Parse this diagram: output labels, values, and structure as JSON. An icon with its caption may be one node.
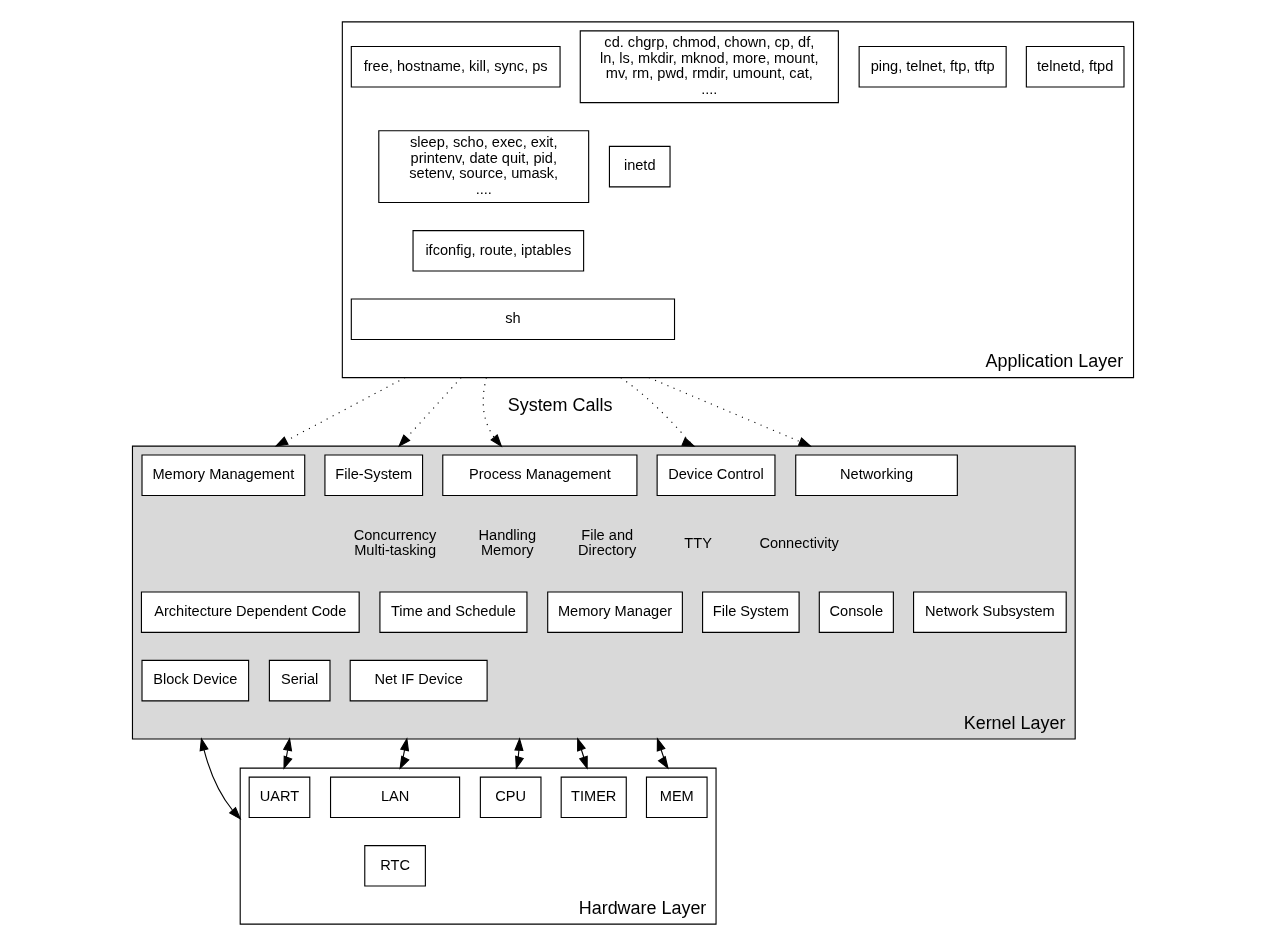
{
  "diagram": {
    "nodes": [
      {
        "text": [
          "Application Layer"
        ]
      },
      {
        "text": [
          "free, hostname, kill, sync, ps"
        ],
        "in": 0
      },
      {
        "text": [
          "cd. chgrp, chmod, chown, cp, df, ln, ls, mkdir, mknod, more, mount, mv, rm, pwd, rmdir, umount, cat, ...."
        ],
        "in": 0
      },
      {
        "text": [
          "ping, telnet, ftp, tftp"
        ],
        "in": 0
      },
      {
        "text": [
          "telnetd, ftpd"
        ],
        "in": 0
      },
      {
        "text": [
          "sleep, scho, exec, exit, printenv, date quit, pid, setenv, source, umask, ...."
        ],
        "in": 0
      },
      {
        "text": [
          "inetd"
        ],
        "in": 0
      },
      {
        "text": [
          "ifconfig, route, iptables"
        ],
        "in": 0
      },
      {
        "text": [
          "sh"
        ],
        "in": 0
      },
      {
        "text": [
          "Kernel Layer"
        ]
      },
      {
        "text": [
          "Process Management"
        ],
        "in": 9
      },
      {
        "text": [
          "Memory Management"
        ],
        "in": 9
      },
      {
        "text": [
          "File-System"
        ],
        "in": 9
      },
      {
        "text": [
          "Device Control"
        ],
        "in": 9
      },
      {
        "text": [
          "Networking"
        ],
        "in": 9
      },
      {
        "text": [
          "Architecture Dependent Code"
        ],
        "in": 9
      },
      {
        "text": [
          "Time and Schedule"
        ],
        "in": 9
      },
      {
        "text": [
          "Memory Manager"
        ],
        "in": 9
      },
      {
        "text": [
          "File System"
        ],
        "in": 9
      },
      {
        "text": [
          "Console"
        ],
        "in": 9
      },
      {
        "text": [
          "Network Subsystem"
        ],
        "in": 9
      },
      {
        "text": [
          "Block Device"
        ],
        "in": 9
      },
      {
        "text": [
          "Serial"
        ],
        "in": 9
      },
      {
        "text": [
          "Net IF Device"
        ],
        "in": 9
      },
      {
        "text": [
          "Hardware Layer"
        ]
      },
      {
        "text": [
          "CPU"
        ],
        "in": 24
      },
      {
        "text": [
          "TIMER"
        ],
        "in": 24
      },
      {
        "text": [
          "MEM"
        ],
        "in": 24
      },
      {
        "text": [
          "UART"
        ],
        "in": 24
      },
      {
        "text": [
          "LAN"
        ],
        "in": 24
      },
      {
        "text": [
          "RTC"
        ],
        "in": 24
      }
    ],
    "edges": [
      {
        "from": 0,
        "to": 9,
        "arrow": "to",
        "style": "dashed"
      },
      {
        "from": 0,
        "to": 9,
        "arrow": "to",
        "style": "dashed"
      },
      {
        "from": 0,
        "to": 9,
        "arrow": "to",
        "style": "dashed"
      },
      {
        "from": 0,
        "to": 9,
        "arrow": "to",
        "style": "dashed"
      },
      {
        "from": 0,
        "to": 9,
        "arrow": "to",
        "style": "dashed"
      },
      {
        "from": 9,
        "to": 24,
        "arrow": "both"
      },
      {
        "from": 9,
        "to": 24,
        "arrow": "both"
      },
      {
        "from": 9,
        "to": 24,
        "arrow": "both"
      },
      {
        "from": 9,
        "to": 24,
        "arrow": "both"
      },
      {
        "from": 9,
        "to": 24,
        "arrow": "both"
      },
      {
        "from": 9,
        "to": 24,
        "arrow": "both"
      }
    ],
    "labels": [
      "System Calls",
      "Concurrency Multi-tasking",
      "Handling Memory",
      "File and Directory",
      "TTY",
      "Connectivity"
    ]
  }
}
